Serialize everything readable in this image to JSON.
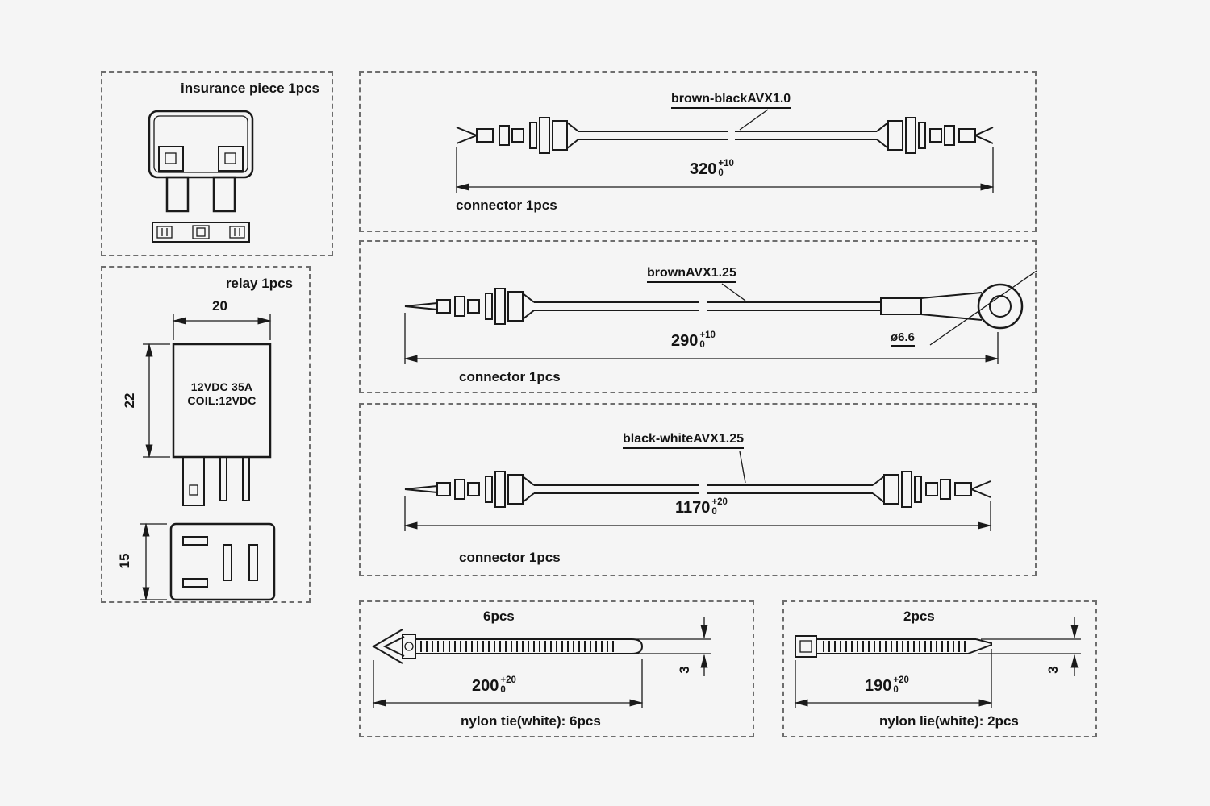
{
  "insurance": {
    "title": "insurance piece 1pcs"
  },
  "relay": {
    "title": "relay 1pcs",
    "dim_top": "20",
    "dim_side": "22",
    "dim_bottom": "15",
    "line1": "12VDC 35A",
    "line2": "COIL:12VDC"
  },
  "wire1": {
    "label": "brown-blackAVX1.0",
    "dim_value": "320",
    "dim_tol_plus": "+10",
    "dim_tol_minus": "0",
    "connector": "connector 1pcs"
  },
  "wire2": {
    "label": "brownAVX1.25",
    "dim_value": "290",
    "dim_tol_plus": "+10",
    "dim_tol_minus": "0",
    "ring_dia": "ø6.6",
    "connector": "connector 1pcs"
  },
  "wire3": {
    "label": "black-whiteAVX1.25",
    "dim_value": "1170",
    "dim_tol_plus": "+20",
    "dim_tol_minus": "0",
    "connector": "connector 1pcs"
  },
  "tie1": {
    "count": "6pcs",
    "dim_value": "200",
    "dim_tol_plus": "+20",
    "dim_tol_minus": "0",
    "thickness": "3",
    "caption": "nylon tie(white): 6pcs"
  },
  "tie2": {
    "count": "2pcs",
    "dim_value": "190",
    "dim_tol_plus": "+20",
    "dim_tol_minus": "0",
    "thickness": "3",
    "caption": "nylon lie(white): 2pcs"
  }
}
